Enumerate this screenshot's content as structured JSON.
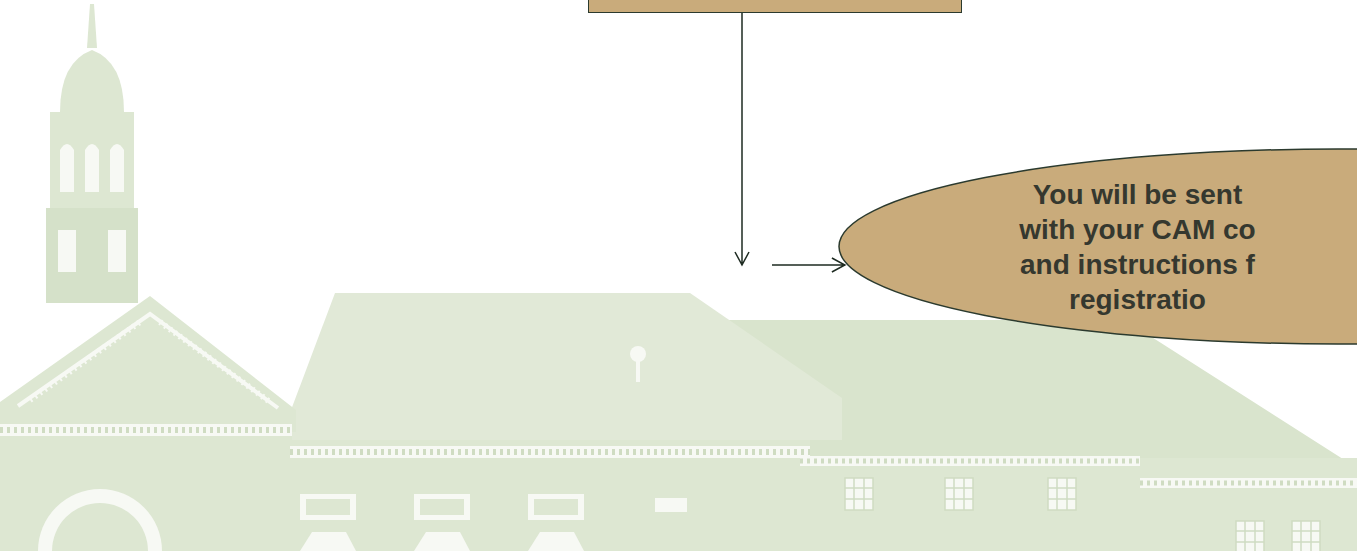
{
  "diagram": {
    "nodes": [
      {
        "text": []
      },
      {
        "text": [
          "You will be sent with your CAM co and instructions f registratio"
        ]
      }
    ],
    "edges": [
      {
        "from": 0,
        "to": 1,
        "arrow": "to"
      }
    ]
  }
}
